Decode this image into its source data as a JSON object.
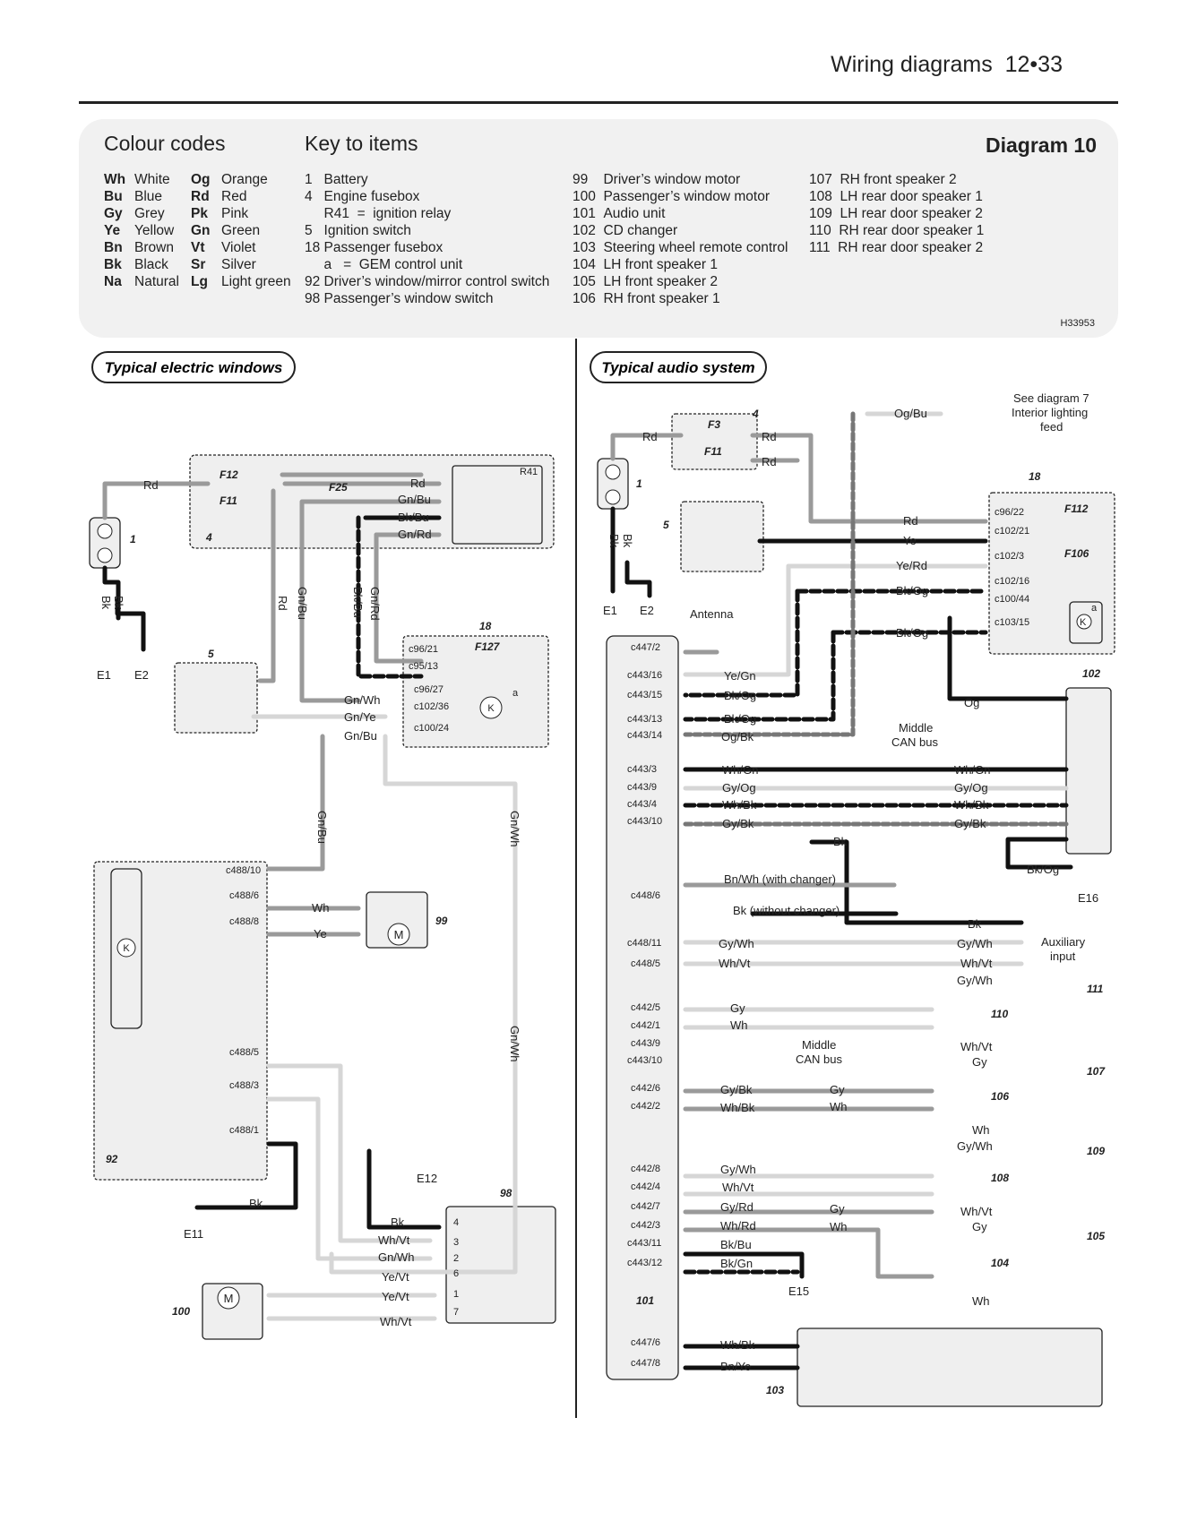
{
  "header": {
    "title": "Wiring diagrams",
    "page": "12•33"
  },
  "key": {
    "colour_title": "Colour codes",
    "items_title": "Key to items",
    "diagram": "Diagram 10",
    "colour_codes": [
      {
        "code": "Wh",
        "name": "White",
        "code2": "Og",
        "name2": "Orange"
      },
      {
        "code": "Bu",
        "name": "Blue",
        "code2": "Rd",
        "name2": "Red"
      },
      {
        "code": "Gy",
        "name": "Grey",
        "code2": "Pk",
        "name2": "Pink"
      },
      {
        "code": "Ye",
        "name": "Yellow",
        "code2": "Gn",
        "name2": "Green"
      },
      {
        "code": "Bn",
        "name": "Brown",
        "code2": "Vt",
        "name2": "Violet"
      },
      {
        "code": "Bk",
        "name": "Black",
        "code2": "Sr",
        "name2": "Silver"
      },
      {
        "code": "Na",
        "name": "Natural",
        "code2": "Lg",
        "name2": "Light green"
      }
    ],
    "items_col1": [
      "1   Battery",
      "4   Engine fusebox",
      "     R41  =  ignition relay",
      "5   Ignition switch",
      "18 Passenger fusebox",
      "     a   =  GEM control unit",
      "92 Driver’s window/mirror control switch",
      "98 Passenger’s window switch"
    ],
    "items_col2": [
      "99    Driver’s window motor",
      "100  Passenger’s window motor",
      "101  Audio unit",
      "102  CD changer",
      "103  Steering wheel remote control",
      "104  LH front speaker 1",
      "105  LH front speaker 2",
      "106  RH front speaker 1"
    ],
    "items_col3": [
      "107  RH front speaker 2",
      "108  LH rear door speaker 1",
      "109  LH rear door speaker 2",
      "110  RH rear door speaker 1",
      "111  RH rear door speaker 2"
    ],
    "code": "H33953"
  },
  "left": {
    "title": "Typical electric windows",
    "labels": {
      "rd": "Rd",
      "f12": "F12",
      "f11": "F11",
      "f25": "F25",
      "r41": "R41",
      "n4": "4",
      "n1": "1",
      "n5": "5",
      "n18": "18",
      "n92": "92",
      "n98": "98",
      "n99": "99",
      "n100": "100",
      "rd2": "Rd",
      "gnbu": "Gn/Bu",
      "bkbu": "Bk/Bu",
      "gnrd": "Gn/Rd",
      "e1": "E1",
      "e2": "E2",
      "e11": "E11",
      "e12": "E12",
      "bk1": "Bk",
      "bk2": "Bk",
      "vrd": "Rd",
      "vgnbu": "Gn/Bu",
      "vbkbu": "Bk/Bu",
      "vgnrd": "Gn/Rd",
      "c9621": "c96/21",
      "c9513": "c95/13",
      "c9627": "c96/27",
      "c10236": "c102/36",
      "c10024": "c100/24",
      "f127": "F127",
      "gnwh": "Gn/Wh",
      "gnye": "Gn/Ye",
      "gnbu2": "Gn/Bu",
      "vgnbu2": "Gn/Bu",
      "vgnwh": "Gn/Wh",
      "vgnwh2": "Gn/Wh",
      "c48810": "c488/10",
      "c4886": "c488/6",
      "c4888": "c488/8",
      "c4885": "c488/5",
      "c4883": "c488/3",
      "c4881": "c488/1",
      "wh": "Wh",
      "ye": "Ye",
      "bk3": "Bk",
      "bk4": "Bk",
      "whvt": "Wh/Vt",
      "gnwh3": "Gn/Wh",
      "yevt": "Ye/Vt",
      "yevt2": "Ye/Vt",
      "whvt2": "Wh/Vt",
      "a": "a",
      "k": "K",
      "m": "M",
      "m2": "M"
    },
    "pins_98": [
      "4",
      "3",
      "2",
      "6",
      "1",
      "7"
    ]
  },
  "right": {
    "title": "Typical audio system",
    "labels": {
      "rd": "Rd",
      "rd2": "Rd",
      "rd3": "Rd",
      "f3": "F3",
      "f11": "F11",
      "n4": "4",
      "n1": "1",
      "n5": "5",
      "n18": "18",
      "ogbu": "Og/Bu",
      "see": "See diagram 7",
      "see2": "Interior lighting",
      "see3": "feed",
      "bk": "Bk",
      "bk2": "Bk",
      "e1": "E1",
      "e2": "E2",
      "antenna": "Antenna",
      "f112": "F112",
      "f106": "F106",
      "c9622": "c96/22",
      "c10221": "c102/21",
      "c1023": "c102/3",
      "c10216": "c102/16",
      "c10044": "c100/44",
      "c10315": "c103/15",
      "rd4": "Rd",
      "ye": "Ye",
      "yerd": "Ye/Rd",
      "bkog": "Bk/Og",
      "bkog2": "Bk/Og",
      "a": "a",
      "n102": "102",
      "og": "Og",
      "mid": "Middle",
      "can": "CAN bus",
      "c4472": "c447/2",
      "c44316": "c443/16",
      "c44315": "c443/15",
      "c44313": "c443/13",
      "c44314": "c443/14",
      "yegn": "Ye/Gn",
      "bkog3": "Bk/Og",
      "bkog4": "Bk/Og",
      "ogbk": "Og/Bk",
      "c4433": "c443/3",
      "c4439": "c443/9",
      "c4434": "c443/4",
      "c44310": "c443/10",
      "whgn": "Wh/Gn",
      "gyog": "Gy/Og",
      "whbk": "Wh/Bk",
      "gybk": "Gy/Bk",
      "whgn2": "Wh/Gn",
      "gyog2": "Gy/Og",
      "whbk2": "Wh/Bk",
      "gybk2": "Gy/Bk",
      "bk3": "Bk",
      "bkog5": "Bk/Og",
      "e16": "E16",
      "c4486": "c448/6",
      "bnwh": "Bn/Wh (with changer)",
      "bkwo": "Bk (without changer)",
      "bk4": "Bk",
      "c44811": "c448/11",
      "c4485": "c448/5",
      "gywh": "Gy/Wh",
      "whvt": "Wh/Vt",
      "gywh2": "Gy/Wh",
      "whvt2": "Wh/Vt",
      "aux": "Auxiliary",
      "aux2": "input",
      "c4425": "c442/5",
      "c4421": "c442/1",
      "c4439b": "c443/9",
      "c44310b": "c443/10",
      "gy": "Gy",
      "wh": "Wh",
      "mid2": "Middle",
      "can2": "CAN bus",
      "gywh3": "Gy/Wh",
      "whvt3": "Wh/Vt",
      "gy2": "Gy",
      "c4426": "c442/6",
      "c4422": "c442/2",
      "gybk3": "Gy/Bk",
      "whbk3": "Wh/Bk",
      "gy3": "Gy",
      "wh2": "Wh",
      "wh3": "Wh",
      "gywh4": "Gy/Wh",
      "c4428": "c442/8",
      "c4424": "c442/4",
      "c4427": "c442/7",
      "c4423": "c442/3",
      "c44311": "c443/11",
      "c44312": "c443/12",
      "gywh5": "Gy/Wh",
      "whvt4": "Wh/Vt",
      "gyrd": "Gy/Rd",
      "whrd": "Wh/Rd",
      "bkbu": "Bk/Bu",
      "bkgn": "Bk/Gn",
      "gy4": "Gy",
      "wh4": "Wh",
      "whvt5": "Wh/Vt",
      "gy5": "Gy",
      "wh5": "Wh",
      "e15": "E15",
      "n101": "101",
      "c4476": "c447/6",
      "c4478": "c447/8",
      "whbk4": "Wh/Bk",
      "bnye": "Bn/Ye",
      "n103": "103",
      "n111": "111",
      "n110": "110",
      "n107": "107",
      "n106": "106",
      "n109": "109",
      "n108": "108",
      "n105": "105",
      "n104": "104",
      "k": "K"
    }
  }
}
